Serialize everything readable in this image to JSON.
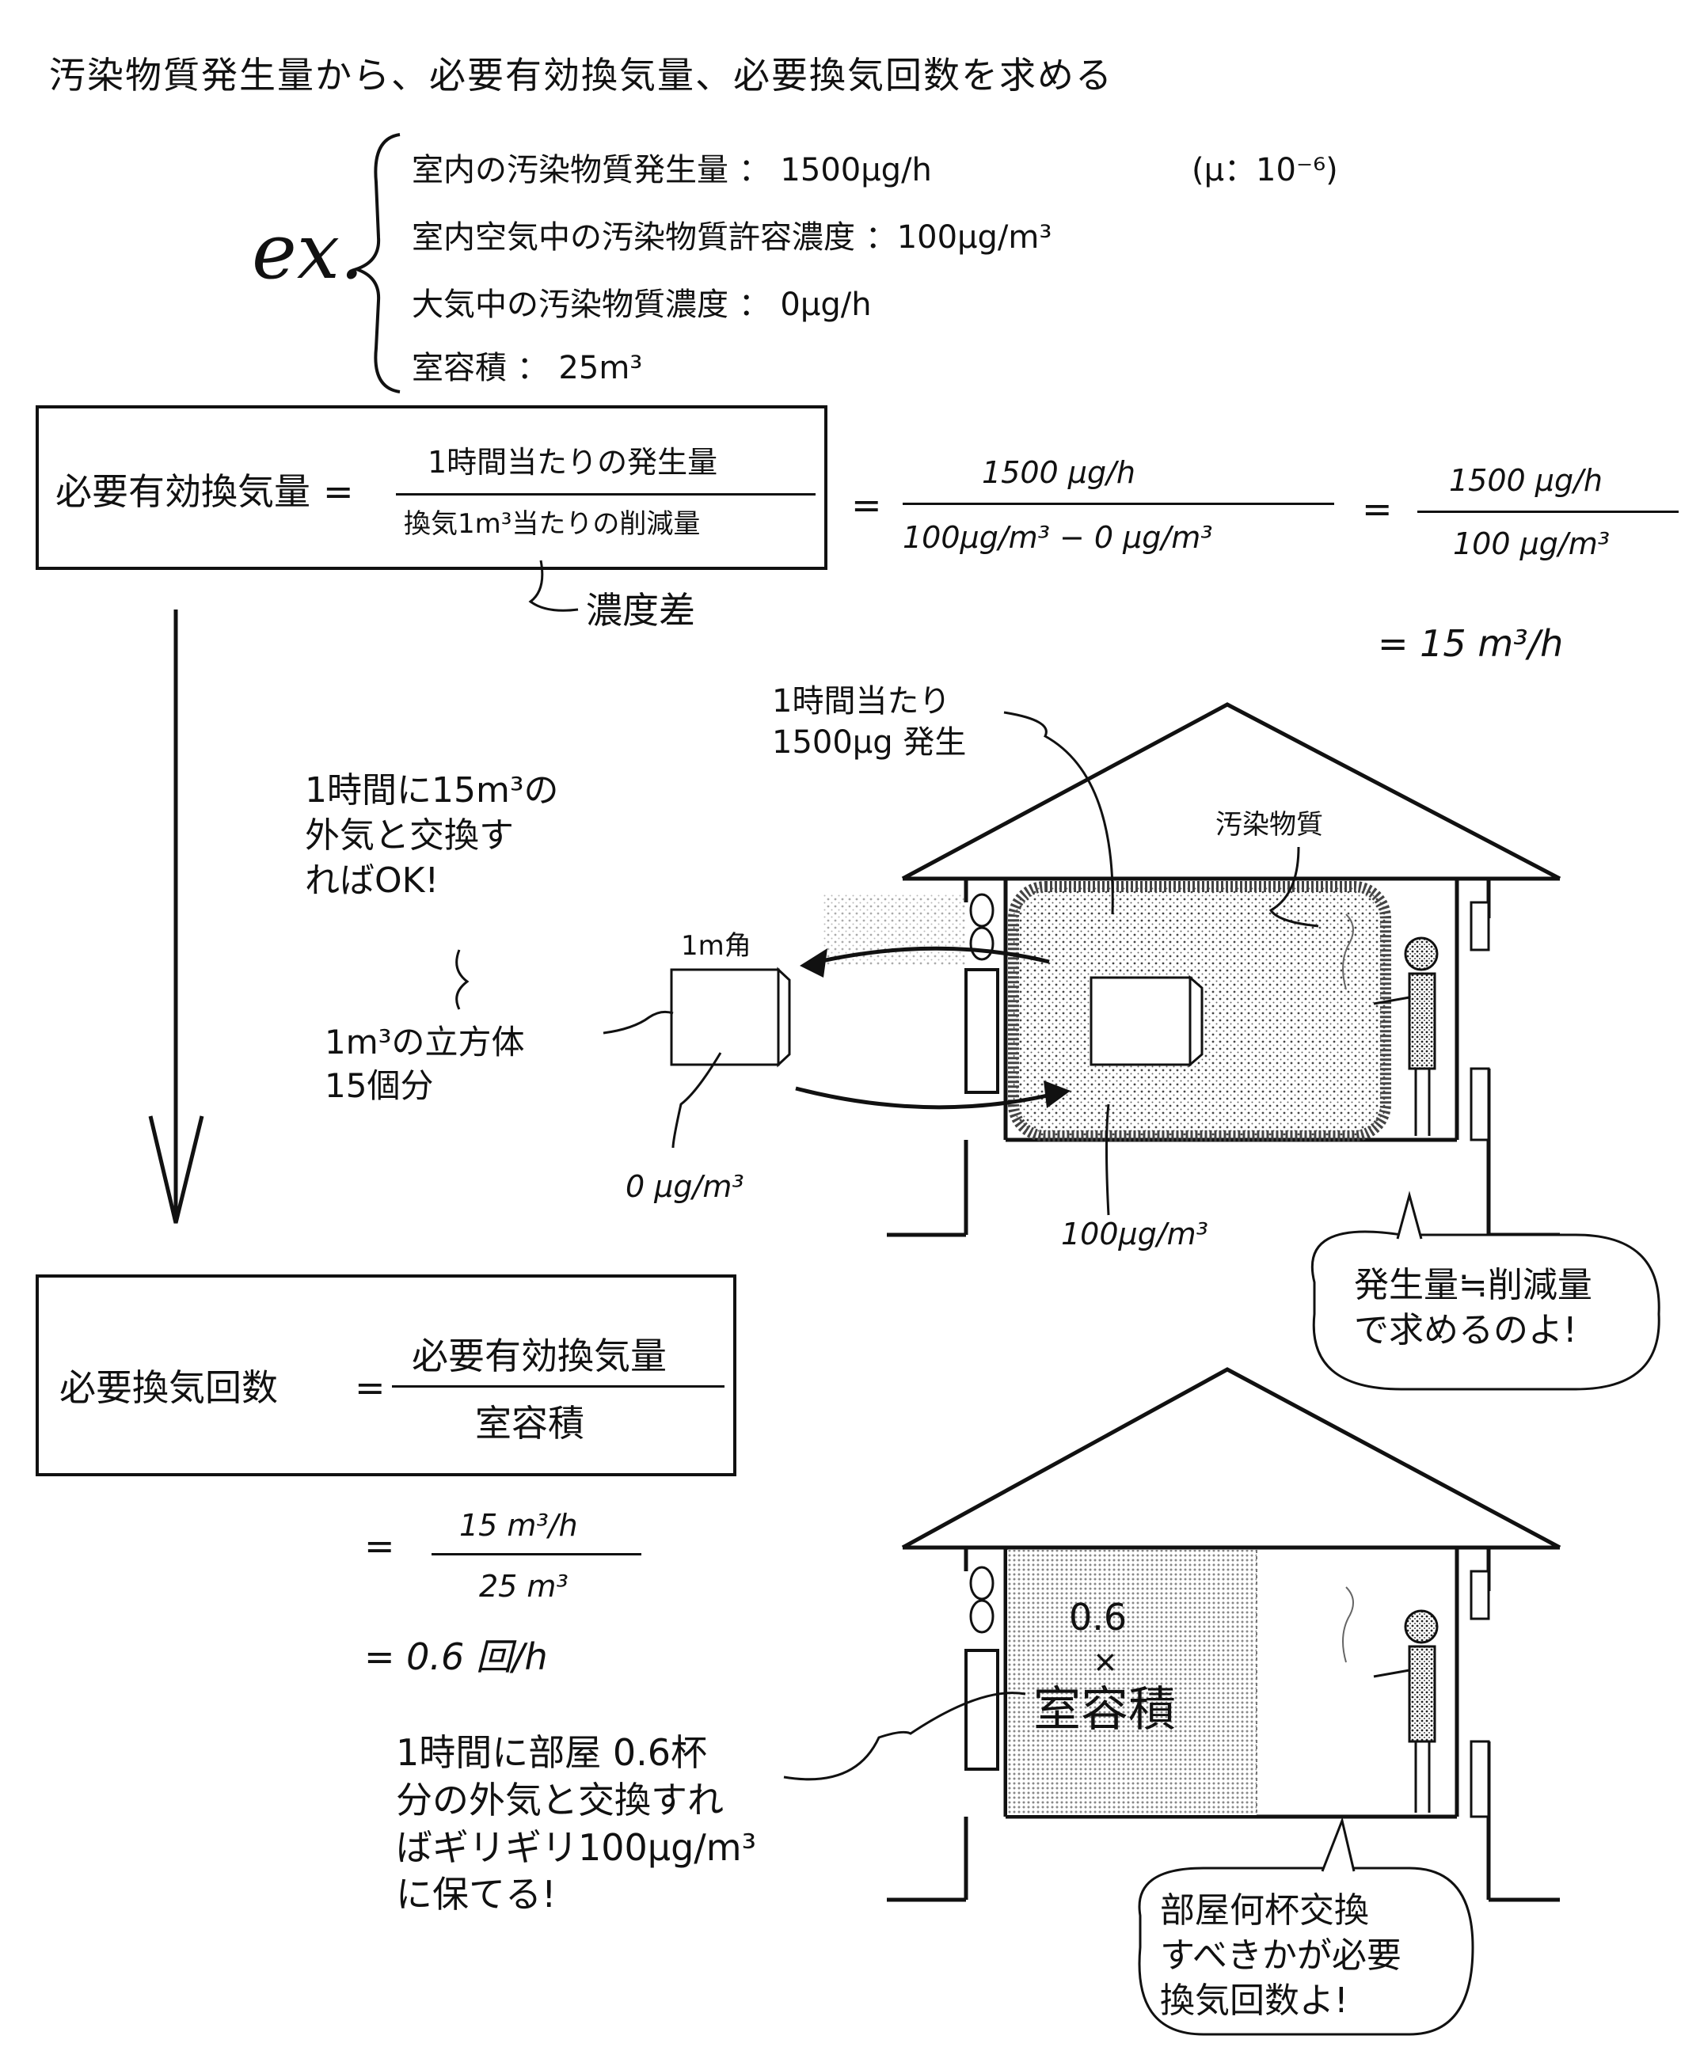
{
  "title": "汚染物質発生量から、必要有効換気量、必要換気回数を求める",
  "example": {
    "marker": "ex.",
    "items": [
      "室内の汚染物質発生量 ： 1500μg/h",
      "室内空気中の汚染物質許容濃度 ：100μg/m³",
      "大気中の汚染物質濃度 ： 0μg/h",
      "室容積 ： 25m³"
    ],
    "mu_note": "(μ：10⁻⁶)"
  },
  "formula1": {
    "lhs": "必要有効換気量",
    "eq": "=",
    "numerator": "1時間当たりの発生量",
    "denominator": "換気1m³当たりの削減量",
    "annotation": "濃度差",
    "step1_eq": "=",
    "step1_num": "1500 μg/h",
    "step1_den": "100μg/m³ − 0 μg/m³",
    "step2_eq": "=",
    "step2_num": "1500 μg/h",
    "step2_den": "100 μg/m³",
    "result": "= 15 m³/h"
  },
  "diagram1": {
    "gen_label": "1時間当たり\n1500μg 発生",
    "pollutant_label": "汚染物質",
    "exchange_note": "1時間に15m³の\n外気と交換す\nればOK!",
    "cube_size_label": "1m角",
    "cube_note": "1m³の立方体\n15個分",
    "outside_conc": "0 μg/m³",
    "inside_conc": "100μg/m³",
    "bubble": "発生量≒削減量\nで求めるのよ!"
  },
  "formula2": {
    "lhs": "必要換気回数",
    "eq": "=",
    "numerator": "必要有効換気量",
    "denominator": "室容積",
    "step1_eq": "=",
    "step1_num": "15 m³/h",
    "step1_den": "25 m³",
    "result": "= 0.6 回/h"
  },
  "diagram2": {
    "times": "0.6",
    "times_sign": "×",
    "room_volume": "室容積",
    "note": "1時間に部屋 0.6杯\n分の外気と交換すれ\nばギリギリ100μg/m³\nに保てる!",
    "bubble": "部屋何杯交換\nすべきかが必要\n換気回数よ!"
  },
  "colors": {
    "ink": "#111111",
    "paper": "#ffffff",
    "dots": "#555555"
  }
}
